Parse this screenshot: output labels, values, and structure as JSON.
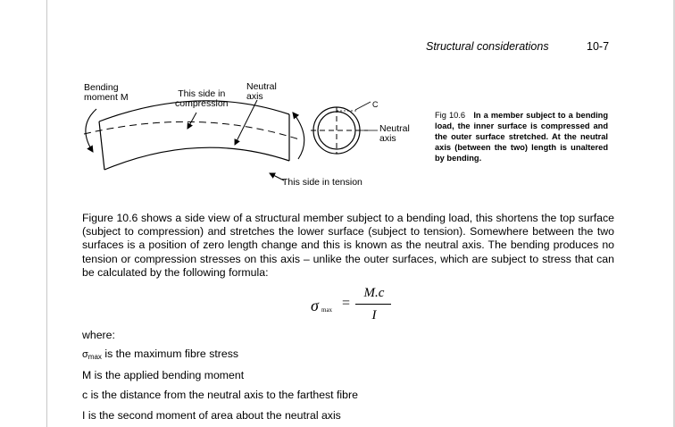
{
  "header": {
    "section_title": "Structural considerations",
    "page_number": "10-7"
  },
  "figure": {
    "labels": {
      "bending_moment": [
        "Bending",
        "moment M"
      ],
      "compression_side": [
        "This side in",
        "compression"
      ],
      "neutral_axis_left": [
        "Neutral",
        "axis"
      ],
      "c_label": "C",
      "neutral_axis_right": [
        "Neutral",
        "axis"
      ],
      "tension_side": "This side in tension"
    },
    "caption": {
      "fig_number": "Fig 10.6",
      "text": "In a member subject to a bending load, the inner surface is compressed and the outer surface stretched. At the neutral axis (between the two) length is unaltered by bending."
    }
  },
  "body": {
    "paragraph": "Figure 10.6 shows a side view of a structural member subject to a bending load, this shortens the top surface (subject to compression) and stretches the lower surface (subject to tension). Somewhere between the two surfaces is a position of zero length change and this is known as the neutral axis. The bending produces no tension or compression stresses on this axis – unlike the outer surfaces, which are subject to stress that can be calculated by the following formula:"
  },
  "formula": {
    "lhs_symbol": "σ",
    "lhs_subscript": "max",
    "equals": "=",
    "numerator": "M.c",
    "denominator": "I"
  },
  "definitions": {
    "intro": "where:",
    "items": [
      {
        "symbol": "σ",
        "subscript": "max",
        "text": " is the maximum fibre stress"
      },
      {
        "text": "M is the applied bending moment"
      },
      {
        "text": "c is the distance from the neutral axis to the farthest fibre"
      },
      {
        "text": "I is the second moment of area about the neutral axis"
      }
    ]
  }
}
